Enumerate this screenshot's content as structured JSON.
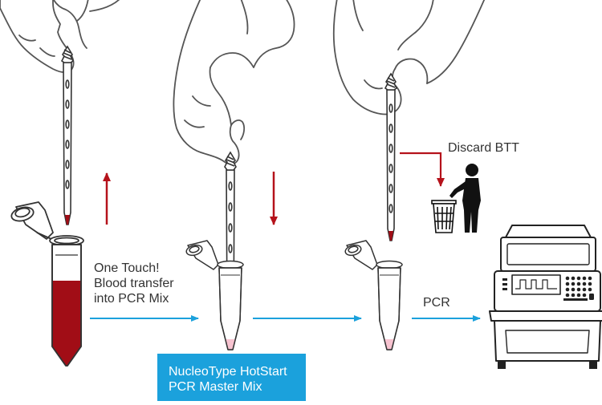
{
  "labels": {
    "transfer": [
      "One Touch!",
      "Blood transfer",
      "into PCR Mix"
    ],
    "discard": "Discard BTT",
    "pcr": "PCR"
  },
  "product": {
    "lines": [
      "NucleoType HotStart",
      "PCR Master Mix"
    ]
  },
  "colors": {
    "process_arrow": "#1ba1dc",
    "motion_arrow": "#b5121b",
    "blood": "#a10d16",
    "diluted_sample": "#f7c3d0",
    "outline": "#333333",
    "product_box": "#1ba1dc"
  },
  "icons": [
    "hand-icon",
    "blood-transfer-tool-icon",
    "pcr-tube-icon",
    "person-trash-icon",
    "thermocycler-icon"
  ]
}
